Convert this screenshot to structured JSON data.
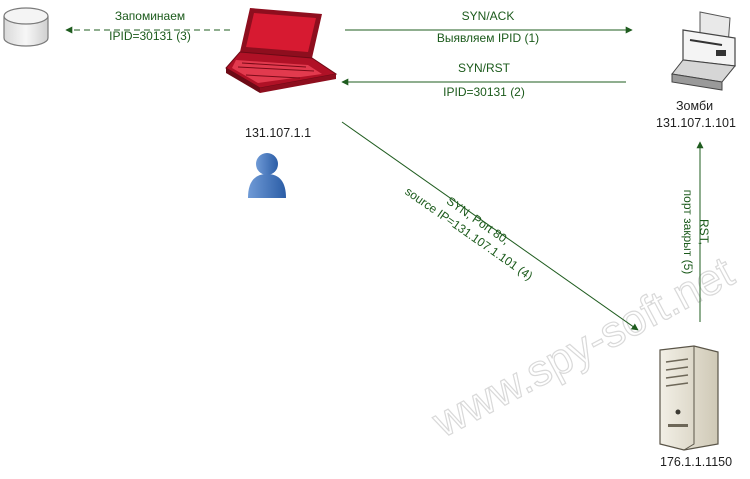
{
  "nodes": {
    "database": {
      "icon": "database-icon"
    },
    "attacker": {
      "icon": "laptop-icon",
      "ip": "131.107.1.1",
      "user_icon": "user-icon"
    },
    "zombie": {
      "icon": "printer-icon",
      "name": "Зомби",
      "ip": "131.107.1.101"
    },
    "target": {
      "icon": "server-icon",
      "ip": "176.1.1.1150"
    }
  },
  "edges": {
    "remember": {
      "line1": "Запоминаем",
      "line2": "IPID=30131 (3)"
    },
    "synack": {
      "line1": "SYN/ACK",
      "line2": "Выявляем IPID (1)"
    },
    "synrst": {
      "line1": "SYN/RST",
      "line2": "IPID=30131 (2)"
    },
    "syn_port": {
      "line1": "SYN, Port 80,",
      "line2": "source IP=131.107.1.101 (4)"
    },
    "rst": {
      "line1": "RST,",
      "line2": "порт закрыт (5)"
    }
  },
  "watermark": "www.spy-soft.net",
  "colors": {
    "arrow": "#1f5c1f",
    "laptop": "#c8102e",
    "user": "#3b6fb6"
  }
}
